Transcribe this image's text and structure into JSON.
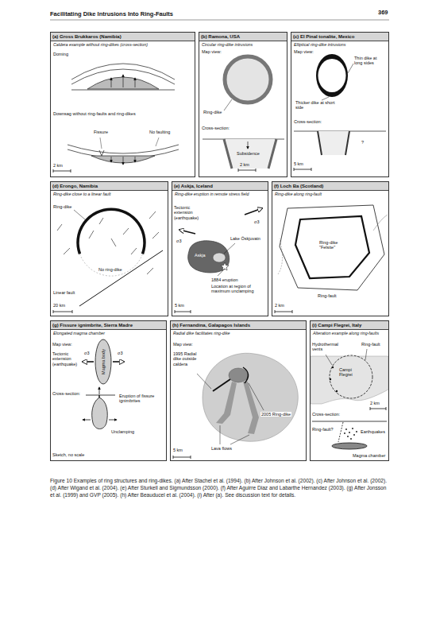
{
  "diagram": {
    "title": "Facilitating Dike Intrusions Into Ring-Faults",
    "caption": "Figure 10 Examples of ring structures and ring-dikes. (a) After Stachel et al. (1994). (b) After Johnson et al. (2002). (c) After Johnson et al. (2002). (d) After Wigand et al. (2004). (e) After Sturkell and Sigmundsson (2000). (f) After Aguirre Diaz and Labarthe Hernandez (2003). (g) After Jonsson et al. (1999) and GVP (2005). (h) After Beauducel et al. (2004). (i) After (a). See discussion text for details.",
    "nodes": [
      {
        "text": [
          "(a) Gross Brukkaros (Namibia)",
          "Caldera example without ring-dikes (cross-section)"
        ]
      },
      {
        "text": [
          "(b) Ramona, USA",
          "Circular ring-dike intrusions"
        ]
      },
      {
        "text": [
          "(c) El Pinal tonalite, Mexico",
          "Elliptical ring-dike intrusions"
        ]
      },
      {
        "text": [
          "(d) Erongo, Namibia",
          "Ring-dike close to a linear fault"
        ]
      },
      {
        "text": [
          "(e) Askja, Iceland",
          "Ring-dike eruption in remote stress field"
        ]
      },
      {
        "text": [
          "(f) Loch Ba (Scotland)",
          "Ring-dike along ring-fault"
        ]
      },
      {
        "text": [
          "(g) Fissure ignimbrite, Sierra Madre",
          "Elongated magma chamber"
        ]
      },
      {
        "text": [
          "(h) Fernandina, Galapagos Islands",
          "Radial dike facilitates ring-dike"
        ]
      },
      {
        "text": [
          "(i) Campi Flegrei, Italy",
          "Alteration example along ring-faults"
        ]
      }
    ],
    "labels": [
      "369",
      "Doming",
      "Downsag without ring-faults and ring-dikes",
      "Fissure",
      "No faulting",
      "2 km",
      "Map view:",
      "Ring-dike",
      "Cross-section:",
      "Subsidence",
      "2 km",
      "Map view:",
      "Thin dike at long sides",
      "Thicker dike at short side",
      "Cross-section:",
      "?",
      "5 km",
      "Ring-dike",
      "No ring-dike",
      "Linear fault",
      "20 km",
      "Tectonic extension (earthquake)",
      "σ3",
      "σ3",
      "Askja",
      "Lake Öskjuvatn",
      "1884 eruption",
      "Location at region of maximum unclamping",
      "5 km",
      "Ring-dike \"Felsite\"",
      "Ring-fault",
      "2 km",
      "Map view:",
      "Tectonic extension (earthquake)",
      "σ3",
      "σ3",
      "Magma body",
      "Cross-section:",
      "Eruption of fissure ignimbrites",
      "Unclamping",
      "Sketch, no scale",
      "Map view:",
      "1995 Radial dike outside caldera",
      "2005 Ring-dike",
      "Lava flows",
      "5 km",
      "Hydrothermal vents",
      "Ring-fault",
      "Campi Flegrei",
      "2 km",
      "Cross-section:",
      "Ring-fault?",
      "Earthquakes",
      "Magma chamber"
    ]
  }
}
